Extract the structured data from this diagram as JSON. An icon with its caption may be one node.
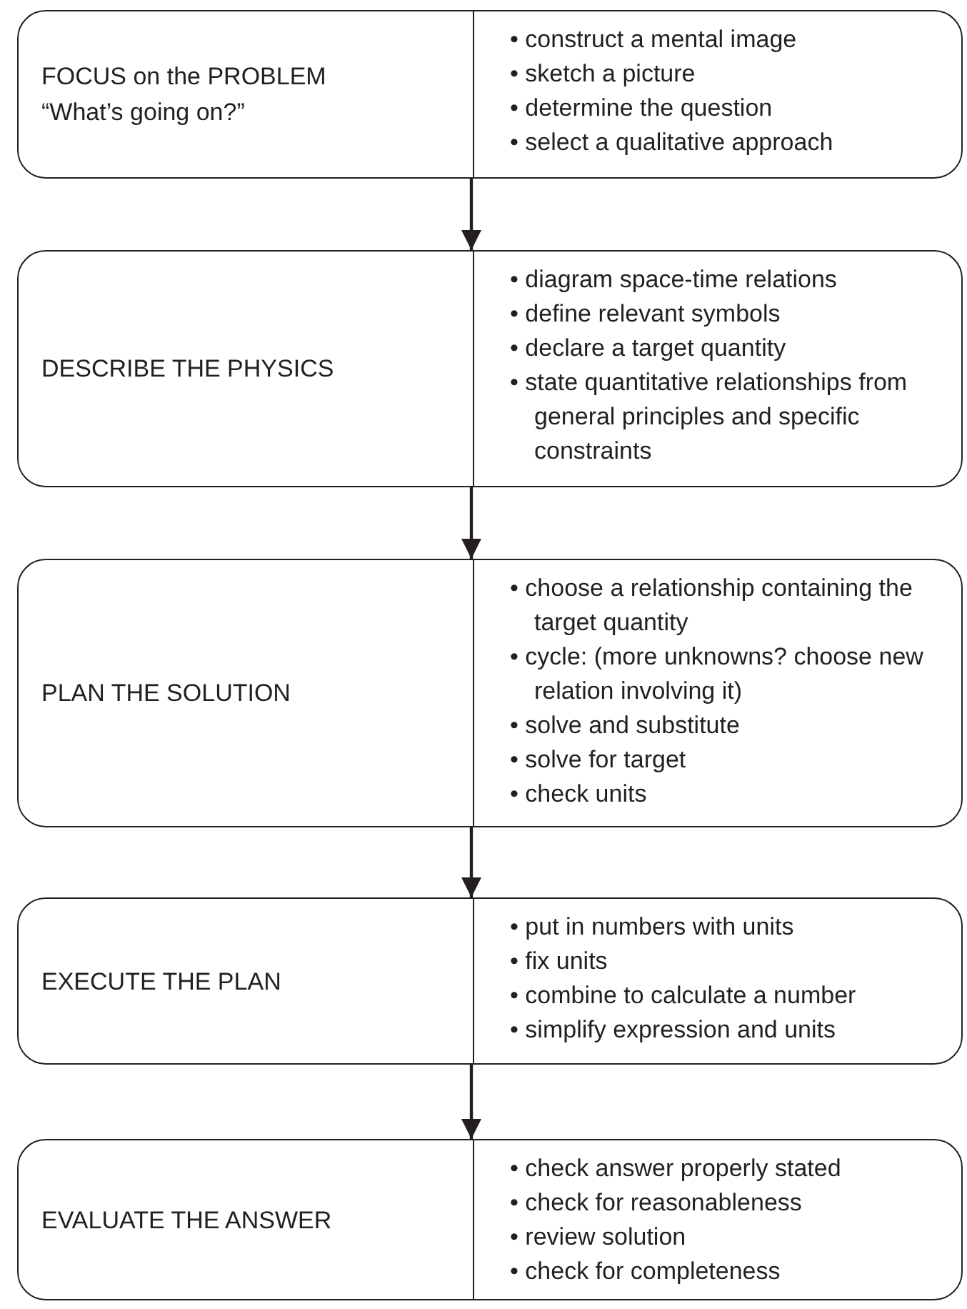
{
  "diagram": {
    "nodes": [
      {
        "text": [
          "FOCUS on the PROBLEM “What’s going on?”",
          "• construct a mental image",
          "• sketch a picture",
          "• determine the question",
          "• select a qualitative approach"
        ]
      },
      {
        "text": [
          "DESCRIBE THE PHYSICS",
          "• diagram space-time relations",
          "• define relevant symbols",
          "• declare a target quantity",
          "• state quantitative relationships from general principles and specific constraints"
        ]
      },
      {
        "text": [
          "PLAN THE SOLUTION",
          "• choose a relationship containing the target quantity",
          "• cycle: (more unknowns? choose new relation involving it)",
          "• solve and substitute",
          "• solve for target",
          "• check units"
        ]
      },
      {
        "text": [
          "EXECUTE THE PLAN",
          "• put in numbers with units",
          "• fix units",
          "• combine to calculate a number",
          "• simplify expression and units"
        ]
      },
      {
        "text": [
          "EVALUATE THE ANSWER",
          "• check answer properly stated",
          "• check for reasonableness",
          "• review solution",
          "• check for completeness"
        ]
      }
    ],
    "edges": [
      {
        "from": 0,
        "to": 1,
        "arrow": "to"
      },
      {
        "from": 1,
        "to": 2,
        "arrow": "to"
      },
      {
        "from": 2,
        "to": 3,
        "arrow": "to"
      },
      {
        "from": 3,
        "to": 4,
        "arrow": "to"
      }
    ]
  }
}
